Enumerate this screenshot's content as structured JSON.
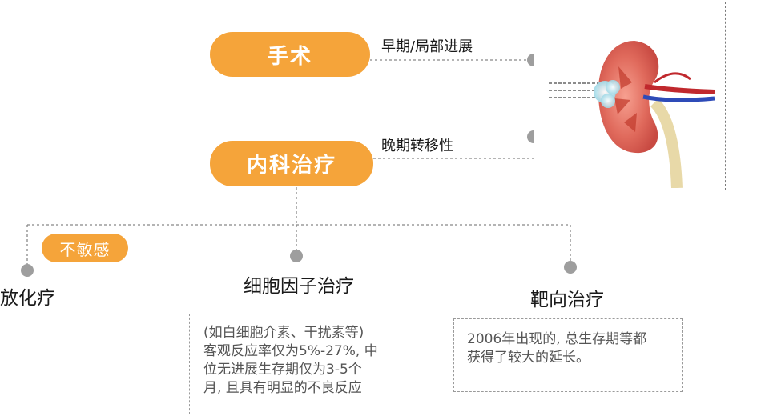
{
  "colors": {
    "accent": "#f5a43a",
    "dot": "#9e9e9e",
    "line": "#888888",
    "note_text": "#555555"
  },
  "treatments": {
    "surgery": {
      "label": "手术",
      "stage": "早期/局部进展"
    },
    "medical": {
      "label": "内科治疗",
      "stage": "晚期转移性"
    }
  },
  "illustration": {
    "icon": "kidney-ablation-icon"
  },
  "branches": {
    "chemo": {
      "label": "放化疗",
      "badge": "不敏感"
    },
    "cytokine": {
      "label": "细胞因子治疗",
      "note_lines": [
        "(如白细胞介素、干扰素等)",
        "客观反应率仅为5%-27%, 中",
        "位无进展生存期仅为3-5个",
        "月, 且具有明显的不良反应"
      ]
    },
    "targeted": {
      "label": "靶向治疗",
      "note_lines": [
        "2006年出现的, 总生存期等都",
        "获得了较大的延长。"
      ]
    }
  }
}
